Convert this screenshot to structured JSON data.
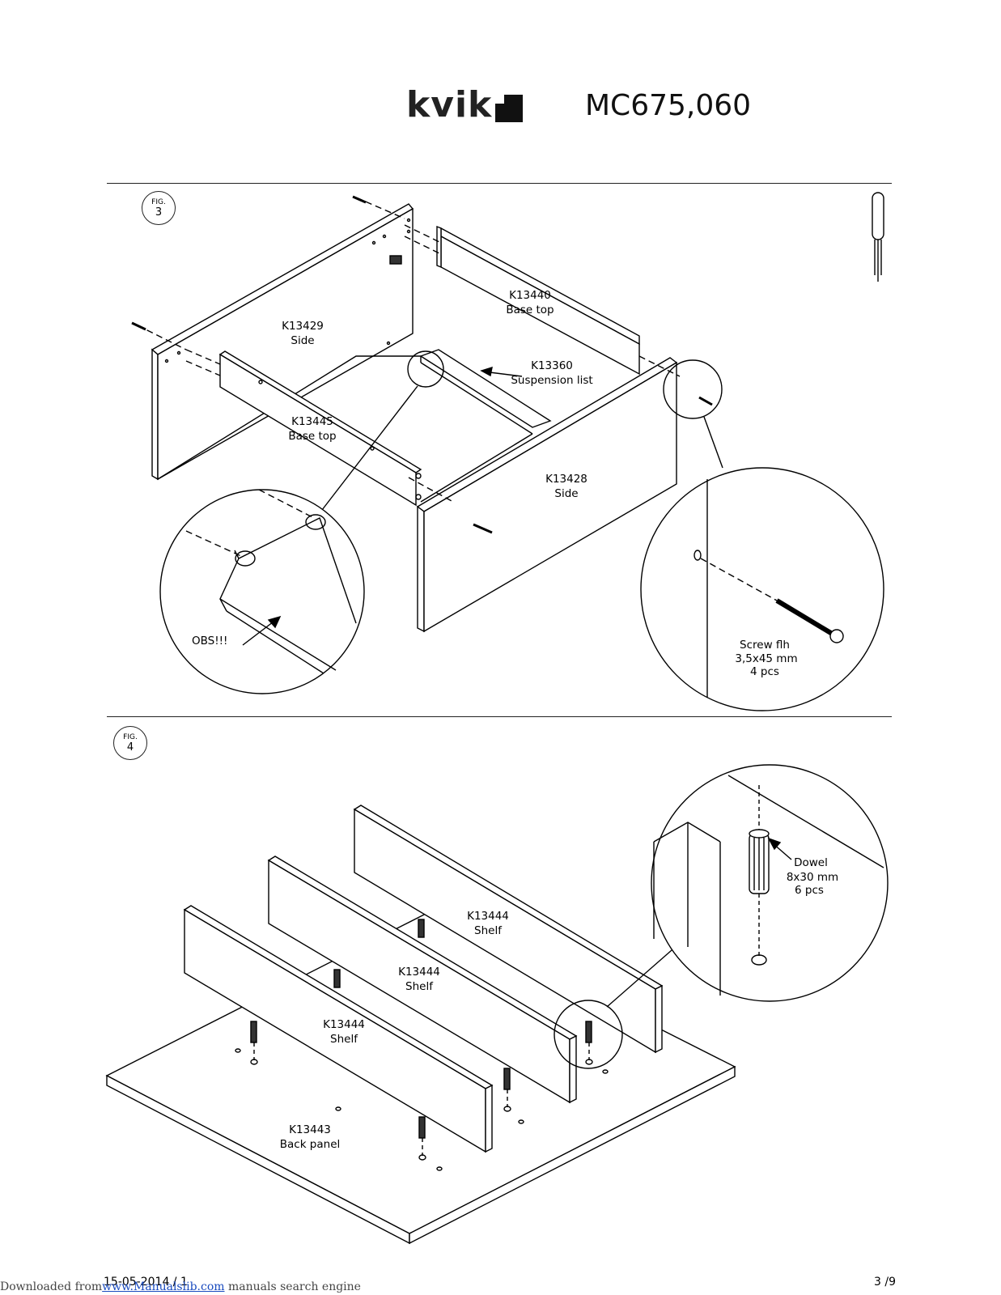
{
  "header": {
    "logo_text": "kvik",
    "model": "MC675,060"
  },
  "fig3": {
    "label": "FIG.",
    "number": "3",
    "parts": [
      {
        "code": "K13440",
        "name": "Base top"
      },
      {
        "code": "K13429",
        "name": "Side"
      },
      {
        "code": "K13360",
        "name": "Suspension list"
      },
      {
        "code": "K13445",
        "name": "Base top"
      },
      {
        "code": "K13428",
        "name": "Side"
      }
    ],
    "warning": "OBS!!!",
    "hardware": {
      "name": "Screw flh",
      "size": "3,5x45 mm",
      "qty": "4 pcs"
    }
  },
  "fig4": {
    "label": "FIG.",
    "number": "4",
    "parts": [
      {
        "code": "K13444",
        "name": "Shelf"
      },
      {
        "code": "K13444",
        "name": "Shelf"
      },
      {
        "code": "K13444",
        "name": "Shelf"
      },
      {
        "code": "K13443",
        "name": "Back panel"
      }
    ],
    "hardware": {
      "name": "Dowel",
      "size": "8x30 mm",
      "qty": "6 pcs"
    }
  },
  "footer": {
    "date": "15-05-2014 / 1",
    "page": "3 /9"
  },
  "download": {
    "prefix": "Downloaded from",
    "link": "www.Manualslib.com",
    "suffix": " manuals search engine"
  },
  "icons": [
    "screwdriver-icon"
  ]
}
